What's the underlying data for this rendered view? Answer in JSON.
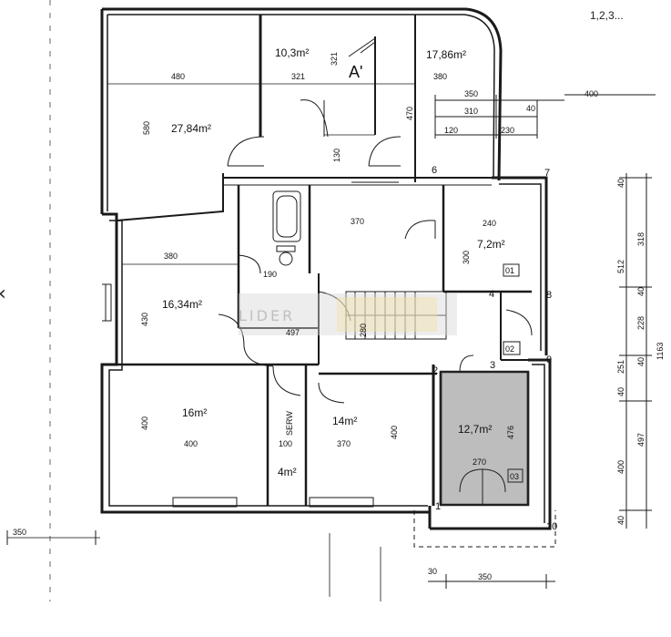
{
  "header": {
    "corner_note": "1,2,3..."
  },
  "nav": {
    "prev_glyph": "‹"
  },
  "watermark": {
    "text": "LIDER"
  },
  "rooms": [
    {
      "id": "r1",
      "area": "27,84m²"
    },
    {
      "id": "r2",
      "area": "10,3m²"
    },
    {
      "id": "r3",
      "area": "17,86m²"
    },
    {
      "id": "r4",
      "area": "7,2m²"
    },
    {
      "id": "r5",
      "area": "16,34m²"
    },
    {
      "id": "r6",
      "area": "16m²"
    },
    {
      "id": "r7",
      "area": "14m²"
    },
    {
      "id": "r8",
      "area": "4m²"
    },
    {
      "id": "r9",
      "area": "12,7m²"
    }
  ],
  "labels": {
    "section": "A'",
    "serw": "SERW",
    "d1": "01",
    "d2": "02",
    "d3": "03"
  },
  "corners": [
    "1",
    "2",
    "3",
    "4",
    "6",
    "7",
    "8",
    "9",
    "10"
  ],
  "dimensions": [
    "480",
    "321",
    "380",
    "350",
    "310",
    "40",
    "120",
    "230",
    "400",
    "470",
    "580",
    "130",
    "321",
    "370",
    "240",
    "300",
    "380",
    "190",
    "430",
    "497",
    "280",
    "400",
    "400",
    "100",
    "370",
    "400",
    "476",
    "270",
    "350",
    "30",
    "350",
    "512",
    "318",
    "40",
    "228",
    "40",
    "251",
    "40",
    "497",
    "400",
    "40",
    "1163",
    "40"
  ]
}
